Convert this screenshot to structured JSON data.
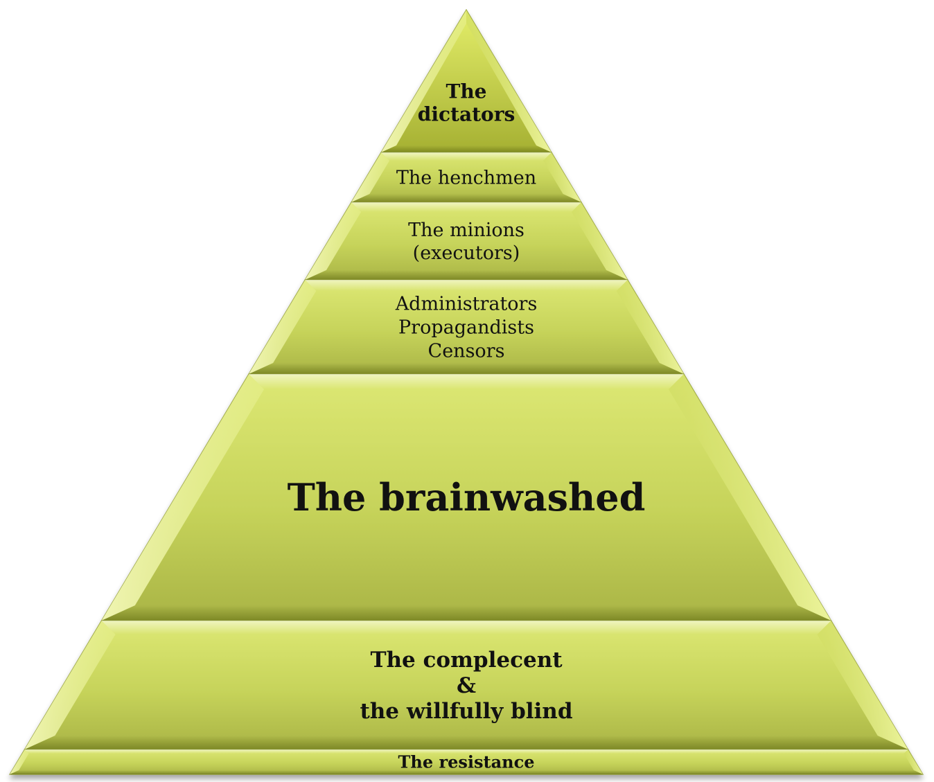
{
  "diagram": {
    "type": "pyramid",
    "colors": {
      "fill_light": "#dce873",
      "fill_dark": "#aab548",
      "edge_light": "#f2f8b0",
      "edge_dark": "#7f8a2a",
      "shadow": "#c8cc9a",
      "text": "#111111"
    },
    "tiers": [
      {
        "key": "dictators",
        "lines": [
          "The",
          "dictators"
        ],
        "bold": true
      },
      {
        "key": "henchmen",
        "lines": [
          "The henchmen"
        ],
        "bold": false
      },
      {
        "key": "minions",
        "lines": [
          "The minions",
          "(executors)"
        ],
        "bold": false
      },
      {
        "key": "administrators",
        "lines": [
          "Administrators",
          "Propagandists",
          "Censors"
        ],
        "bold": false
      },
      {
        "key": "brainwashed",
        "lines": [
          "The brainwashed"
        ],
        "bold": true
      },
      {
        "key": "complecent",
        "lines": [
          "The complecent",
          "&",
          "the willfully blind"
        ],
        "bold": true
      },
      {
        "key": "resistance",
        "lines": [
          "The resistance"
        ],
        "bold": true
      }
    ]
  }
}
